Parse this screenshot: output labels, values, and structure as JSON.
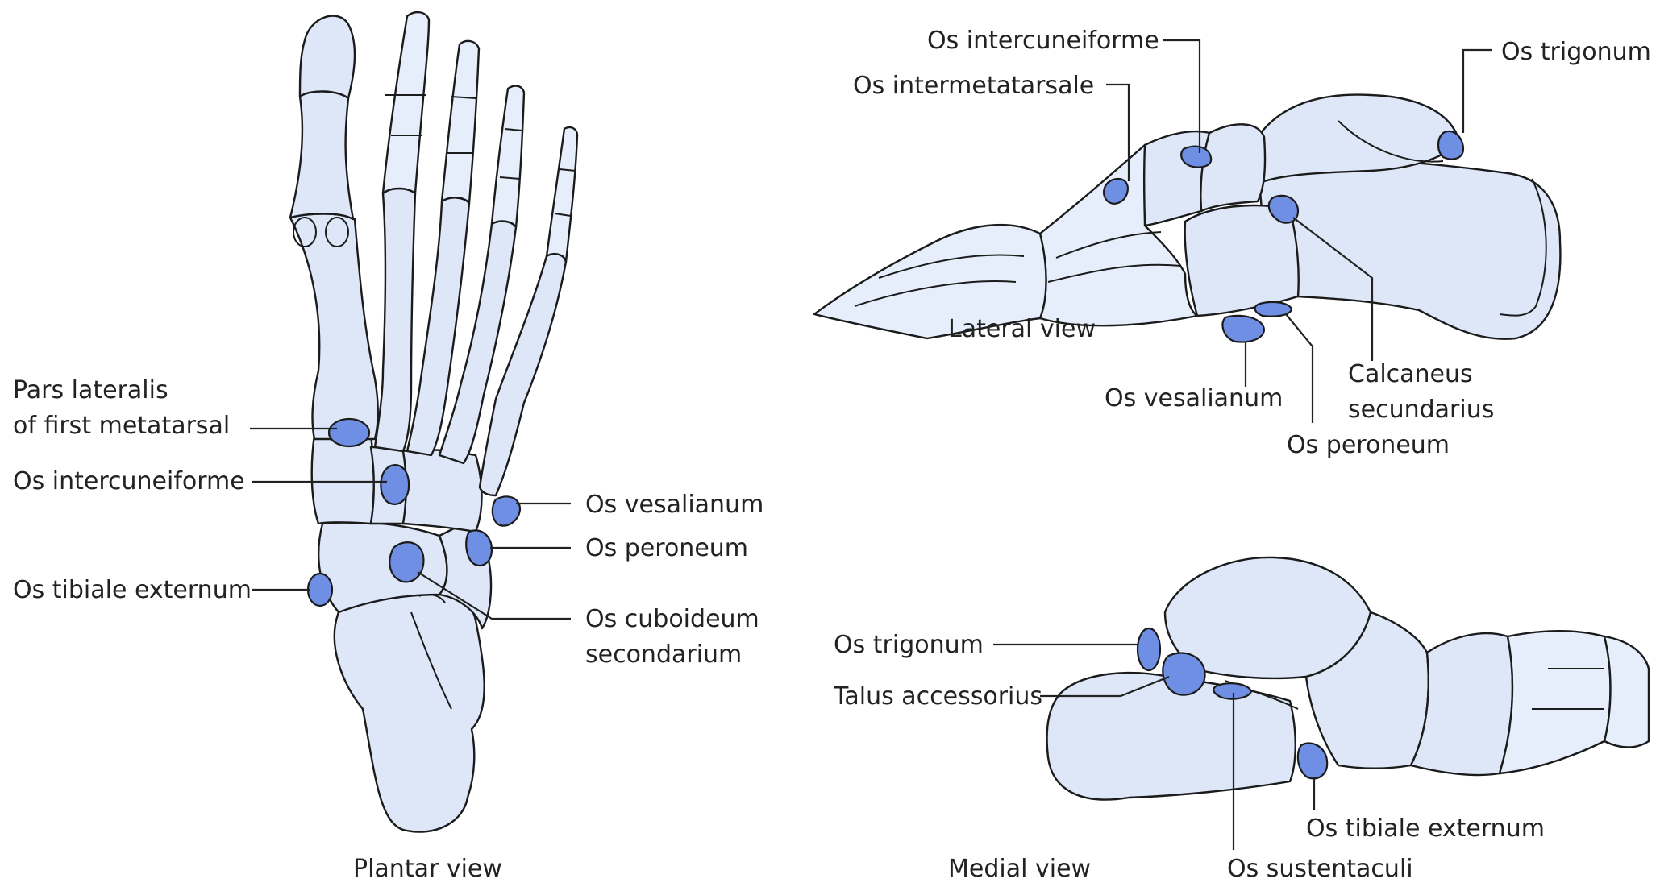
{
  "views": {
    "plantar": {
      "caption": "Plantar view",
      "labels": {
        "pars_lateralis_line1": "Pars lateralis",
        "pars_lateralis_line2": "of first metatarsal",
        "os_intercuneiforme": "Os intercuneiforme",
        "os_tibiale_externum": "Os tibiale externum",
        "os_vesalianum": "Os vesalianum",
        "os_peroneum": "Os peroneum",
        "os_cuboideum_line1": "Os cuboideum",
        "os_cuboideum_line2": "secondarium"
      }
    },
    "lateral": {
      "caption": "Lateral view",
      "labels": {
        "os_intercuneiforme": "Os intercuneiforme",
        "os_intermetatarsale": "Os intermetatarsale",
        "os_trigonum": "Os trigonum",
        "os_vesalianum": "Os vesalianum",
        "calcaneus_line1": "Calcaneus",
        "calcaneus_line2": "secundarius",
        "os_peroneum": "Os peroneum"
      }
    },
    "medial": {
      "caption": "Medial view",
      "labels": {
        "os_trigonum": "Os trigonum",
        "talus_accessorius": "Talus accessorius",
        "os_tibiale_externum": "Os tibiale externum",
        "os_sustentaculi": "Os sustentaculi"
      }
    }
  },
  "colors": {
    "bone_fill": "#dde7f8",
    "accessory_fill": "#6f8fe4",
    "outline": "#1b1b1b",
    "text": "#222222"
  }
}
